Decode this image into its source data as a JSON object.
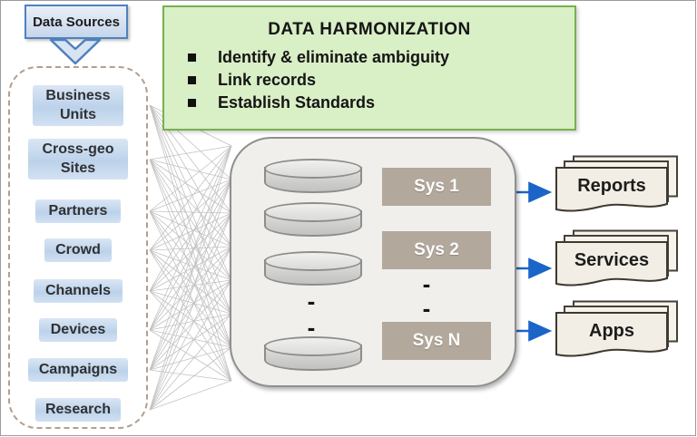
{
  "callout": {
    "label": "Data Sources"
  },
  "sources_panel": {
    "items": [
      {
        "label": "Business Units"
      },
      {
        "label": "Cross-geo Sites"
      },
      {
        "label": "Partners"
      },
      {
        "label": "Crowd"
      },
      {
        "label": "Channels"
      },
      {
        "label": "Devices"
      },
      {
        "label": "Campaigns"
      },
      {
        "label": "Research"
      }
    ]
  },
  "harmonization": {
    "title": "DATA HARMONIZATION",
    "bullets": [
      {
        "text": "Identify & eliminate ambiguity"
      },
      {
        "text": "Link records"
      },
      {
        "text": "Establish Standards"
      }
    ]
  },
  "hub": {
    "database_icon_count": 4,
    "store_ellipsis": [
      "-",
      "-"
    ],
    "systems": [
      {
        "label": "Sys 1"
      },
      {
        "label": "Sys 2"
      },
      {
        "label": "Sys N"
      }
    ],
    "system_ellipsis": [
      "-",
      "-"
    ]
  },
  "outputs": {
    "items": [
      {
        "label": "Reports"
      },
      {
        "label": "Services"
      },
      {
        "label": "Apps"
      }
    ]
  },
  "colors": {
    "arrow_blue": "#1b64c8",
    "callout_border": "#4f81bd",
    "callout_fill": "#d9e4f2",
    "source_highlight": "#bcd2ea",
    "dashed_border": "#b49e8c",
    "green_fill": "#d9efc6",
    "green_border": "#76b24e",
    "hub_fill": "#f1efec",
    "system_fill": "#b2a89c",
    "sheet_fill": "#f2eee6",
    "mesh_gray": "#b3b3b3"
  }
}
